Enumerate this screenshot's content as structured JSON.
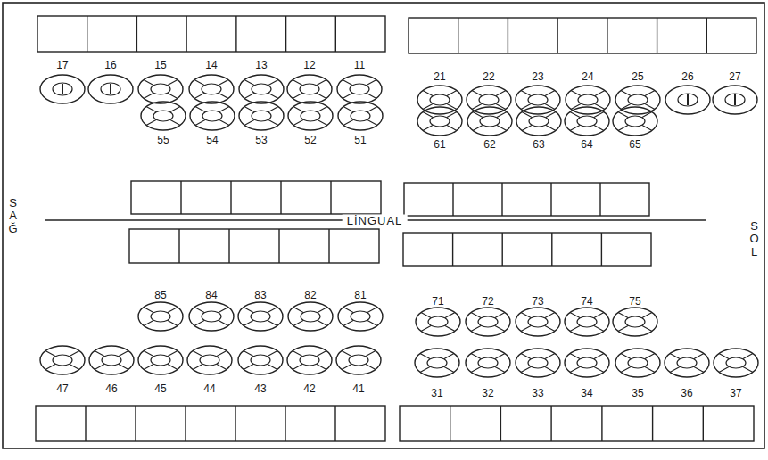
{
  "diagram": {
    "labels": [
      "17",
      "16",
      "15",
      "14",
      "13",
      "12",
      "11",
      "21",
      "22",
      "23",
      "24",
      "25",
      "26",
      "27",
      "55",
      "54",
      "53",
      "52",
      "51",
      "61",
      "62",
      "63",
      "64",
      "65",
      "85",
      "84",
      "83",
      "82",
      "81",
      "71",
      "72",
      "73",
      "74",
      "75",
      "47",
      "46",
      "45",
      "44",
      "43",
      "42",
      "41",
      "31",
      "32",
      "33",
      "34",
      "35",
      "36",
      "37",
      "SAĞ",
      "LİNGUAL",
      "SOL"
    ]
  }
}
